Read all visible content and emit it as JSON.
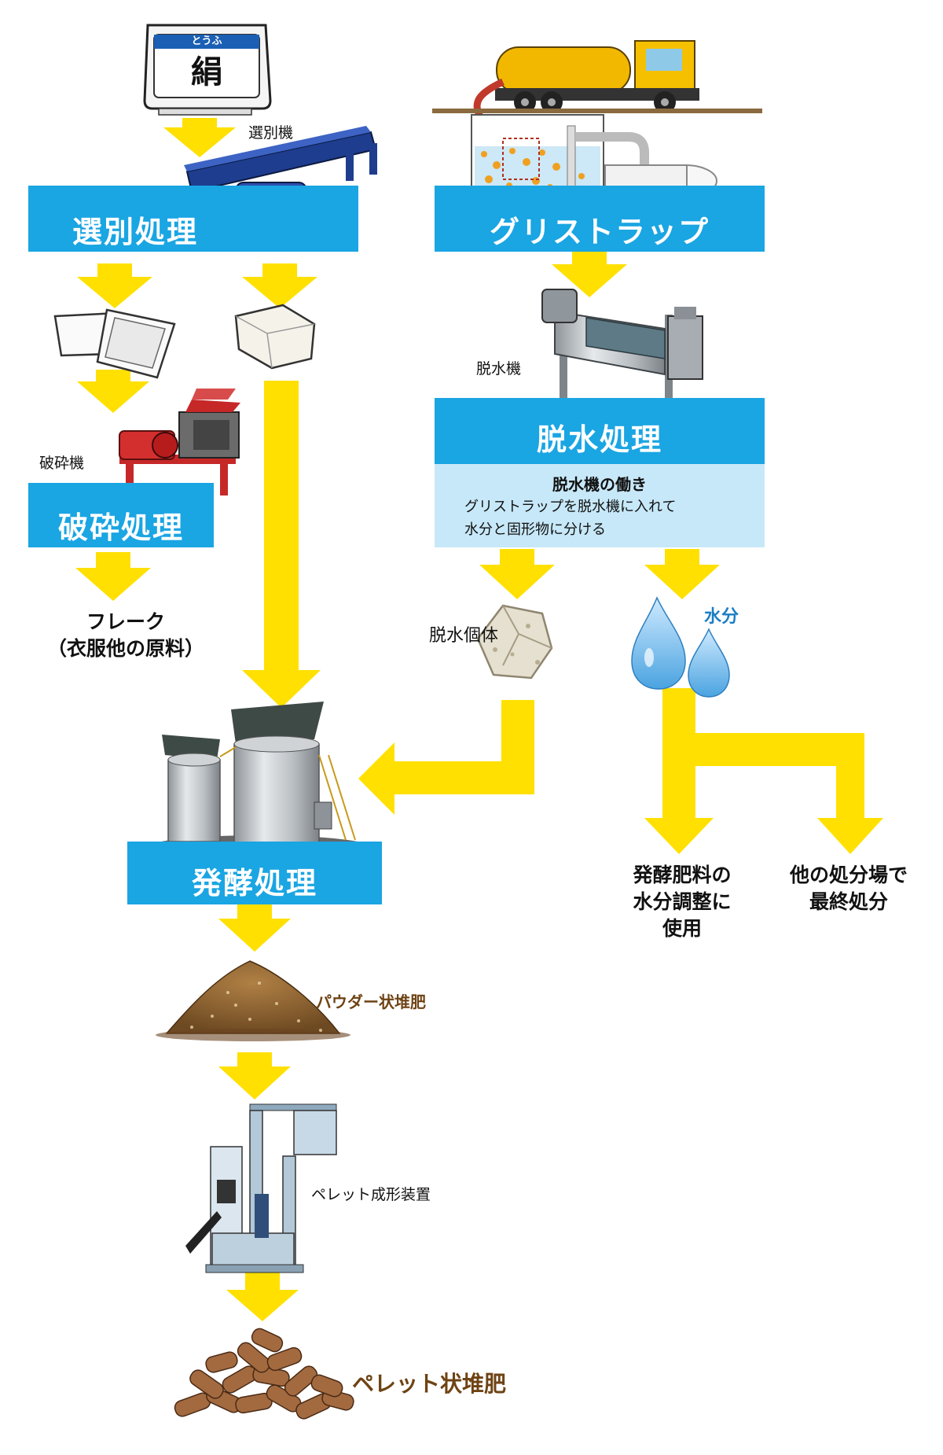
{
  "tofu_pack": {
    "header": "とうふ",
    "name": "絹"
  },
  "machines": {
    "sorter": "選別機",
    "crusher": "破砕機",
    "dehydrator": "脱水機",
    "pellet_machine": "ペレット成形装置"
  },
  "processes": {
    "sorting": "選別処理",
    "crushing": "破砕処理",
    "grease_trap": "グリストラップ",
    "dehydration": "脱水処理",
    "fermentation": "発酵処理"
  },
  "dehydrator_note": {
    "title": "脱水機の働き",
    "line1": "グリストラップを脱水機に入れて",
    "line2": "水分と固形物に分ける"
  },
  "outputs": {
    "flake_line1": "フレーク",
    "flake_line2": "（衣服他の原料）",
    "dehydrated_solid": "脱水個体",
    "water": "水分",
    "fertilizer_line1": "発酵肥料の",
    "fertilizer_line2": "水分調整に",
    "fertilizer_line3": "使用",
    "disposal_line1": "他の処分場で",
    "disposal_line2": "最終処分",
    "powder_compost": "パウダー状堆肥",
    "pellet_compost": "ペレット状堆肥"
  },
  "colors": {
    "arrow": "#ffe000",
    "process_box": "#1aa5e3",
    "note_box": "#c7e8f8",
    "compost_label": "#6e4314",
    "water_label": "#1a7ec4"
  },
  "icons": [
    "tofu-pack-icon",
    "conveyor-belt-icon",
    "plastic-tray-icon",
    "tofu-block-icon",
    "crusher-machine-icon",
    "vacuum-truck-icon",
    "grease-trap-tank-icon",
    "screw-press-dehydrator-icon",
    "dehydrated-solid-icon",
    "water-drop-icon",
    "fermentation-tank-icon",
    "compost-pile-icon",
    "pellet-machine-icon",
    "pellet-pile-icon"
  ]
}
